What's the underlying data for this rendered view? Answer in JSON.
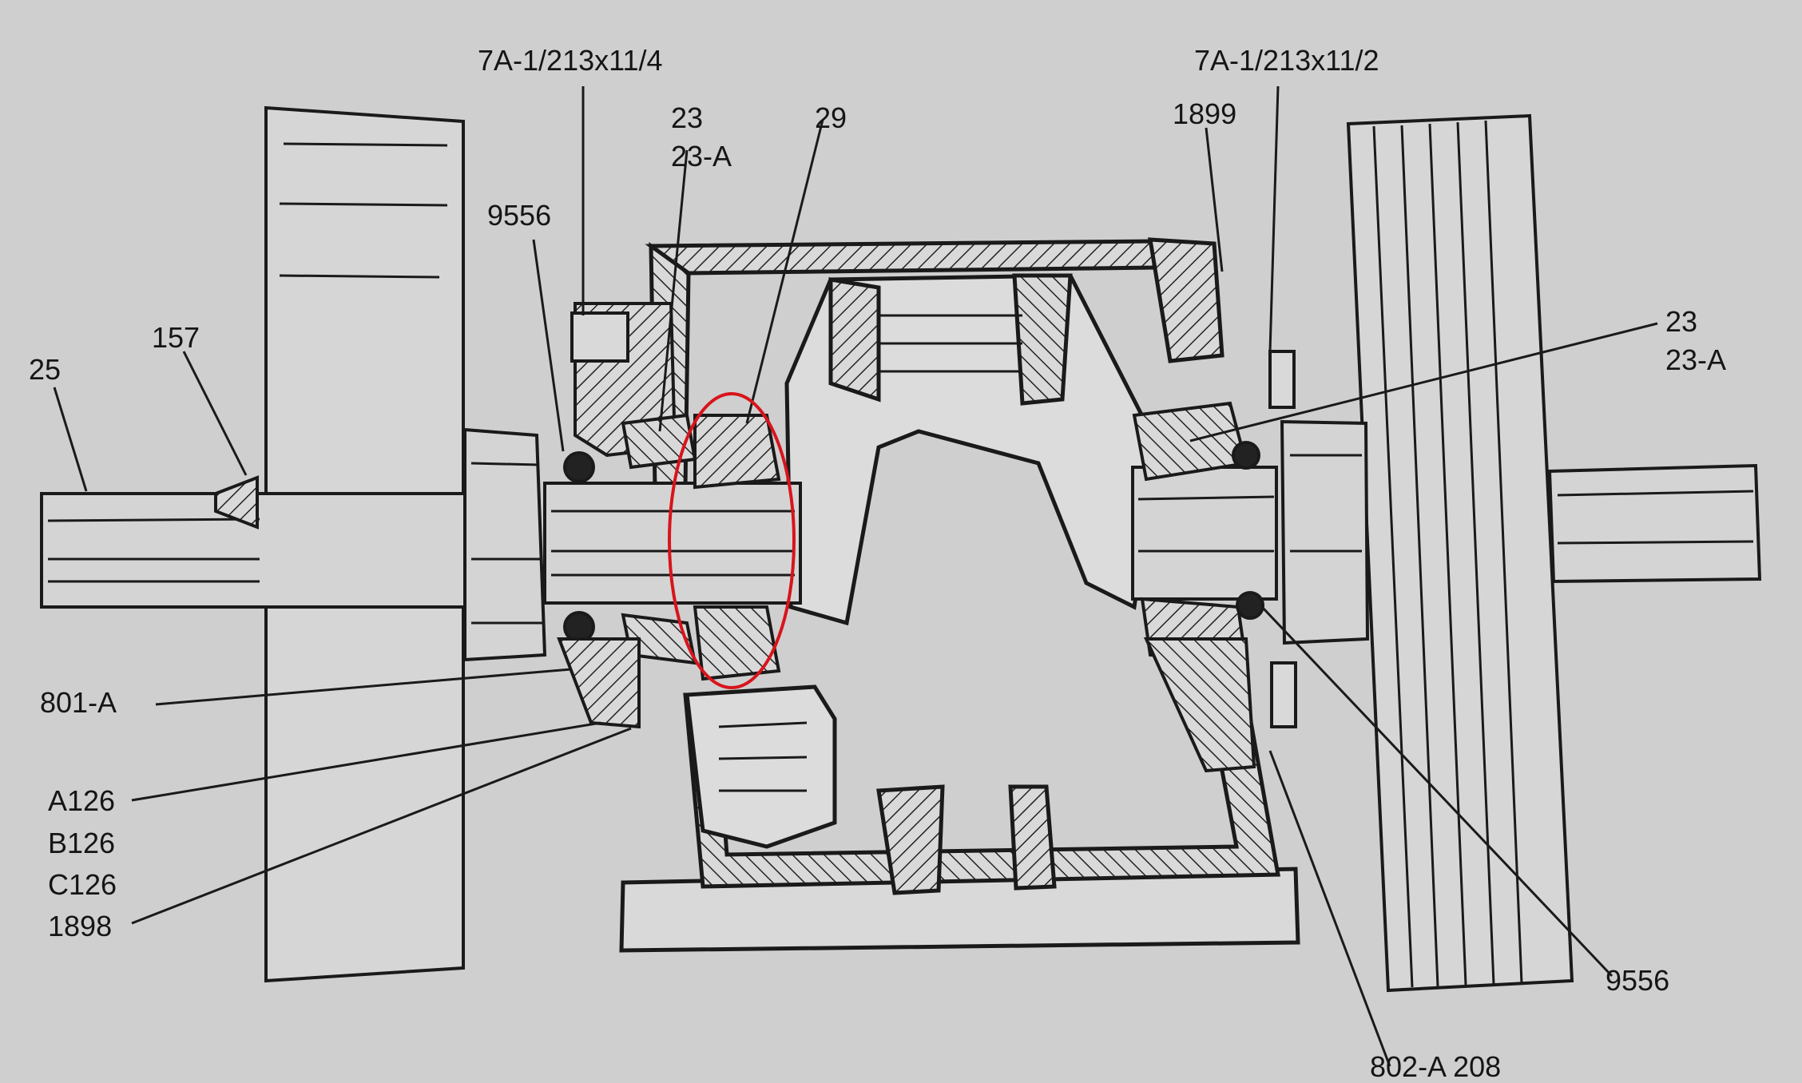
{
  "labels": {
    "top_left_bolt": "7A-1/213x11/4",
    "top_right_bolt": "7A-1/213x11/2",
    "left_bearing_a": "23",
    "left_bearing_b": "23-A",
    "gear": "29",
    "right_cone": "1899",
    "left_seal": "9556",
    "right_bearing_a": "23",
    "right_bearing_b": "23-A",
    "shaft": "25",
    "key": "157",
    "left_retainer": "801-A",
    "shims_a": "A126",
    "shims_b": "B126",
    "shims_c": "C126",
    "left_cone": "1898",
    "right_seal": "9556",
    "right_retainer": "802-A 208"
  },
  "colors": {
    "paper": "#cfcfcf",
    "ink": "#151515",
    "highlight": "#d8141b"
  }
}
